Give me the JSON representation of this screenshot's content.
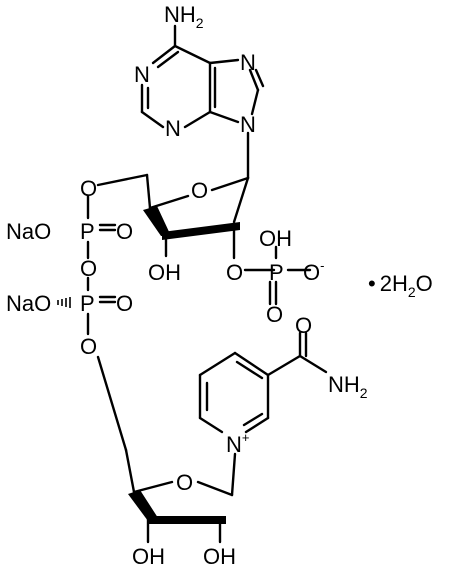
{
  "molecule": {
    "adenine": {
      "amine": {
        "main": "NH",
        "sub": "2"
      },
      "n1": "N",
      "n3": "N",
      "n7": "N",
      "n9": "N"
    },
    "adenosine_ribose": {
      "ring_o": "O",
      "oh_3": "OH"
    },
    "phosphate_2": {
      "ester_o": "O",
      "p": "P",
      "oh": "OH",
      "o_minus": {
        "main": "O",
        "charge": "-"
      },
      "double_o": "O"
    },
    "diphosphate": {
      "o5": "O",
      "p1": {
        "na": "NaO",
        "p": "P",
        "dbl": "O"
      },
      "bridge_o": "O",
      "p2": {
        "na": "NaO",
        "p": "P",
        "dbl": "O"
      },
      "o5b": "O"
    },
    "nicotinamide": {
      "n_plus": {
        "main": "N",
        "charge": "+"
      },
      "carbonyl_o": "O",
      "amide": {
        "main": "NH",
        "sub": "2"
      }
    },
    "nicotinamide_ribose": {
      "ring_o": "O",
      "oh_left": "OH",
      "oh_right": "OH"
    }
  },
  "hydrate": {
    "dot": "•",
    "prefix": "2H",
    "sub": "2",
    "suffix": "O"
  }
}
